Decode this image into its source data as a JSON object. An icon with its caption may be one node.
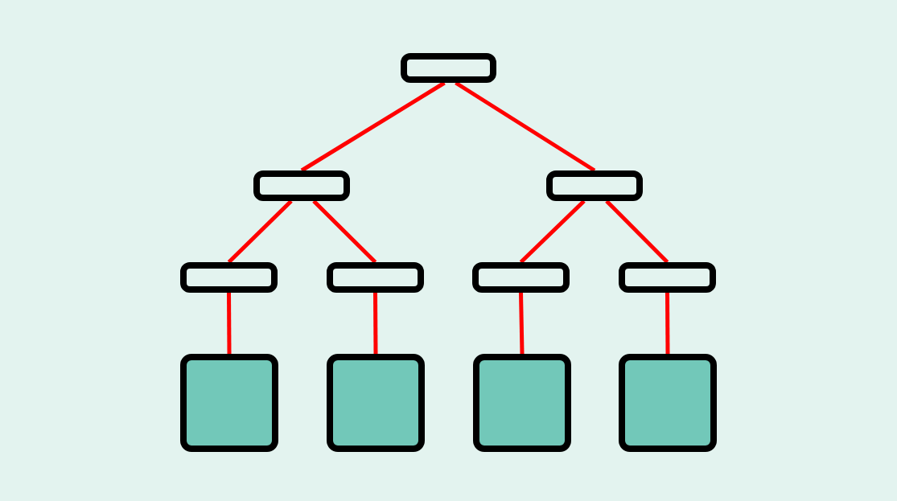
{
  "diagram": {
    "nodes": [
      {
        "text": [],
        "shape": "box"
      },
      {
        "text": [],
        "shape": "box"
      },
      {
        "text": [],
        "shape": "box"
      },
      {
        "text": [],
        "shape": "box"
      },
      {
        "text": [],
        "shape": "box"
      },
      {
        "text": [],
        "shape": "box"
      },
      {
        "text": [],
        "shape": "box"
      },
      {
        "text": [],
        "shape": "square"
      },
      {
        "text": [],
        "shape": "square"
      },
      {
        "text": [],
        "shape": "square"
      },
      {
        "text": [],
        "shape": "square"
      }
    ],
    "edges": [
      {
        "from": 0,
        "to": 1,
        "arrow": "none"
      },
      {
        "from": 0,
        "to": 2,
        "arrow": "none"
      },
      {
        "from": 1,
        "to": 3,
        "arrow": "none"
      },
      {
        "from": 1,
        "to": 4,
        "arrow": "none"
      },
      {
        "from": 2,
        "to": 5,
        "arrow": "none"
      },
      {
        "from": 2,
        "to": 6,
        "arrow": "none"
      },
      {
        "from": 3,
        "to": 7,
        "arrow": "none"
      },
      {
        "from": 4,
        "to": 8,
        "arrow": "none"
      },
      {
        "from": 5,
        "to": 9,
        "arrow": "none"
      },
      {
        "from": 6,
        "to": 10,
        "arrow": "none"
      }
    ]
  }
}
